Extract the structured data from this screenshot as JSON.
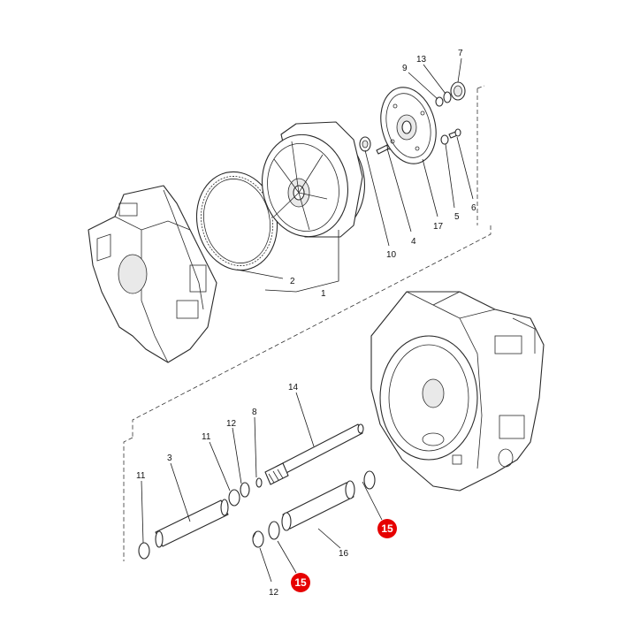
{
  "callouts": {
    "c1": "1",
    "c2": "2",
    "c3": "3",
    "c4": "4",
    "c5": "5",
    "c6": "6",
    "c7": "7",
    "c8": "8",
    "c9": "9",
    "c10": "10",
    "c11a": "11",
    "c11b": "11",
    "c12a": "12",
    "c12b": "12",
    "c13": "13",
    "c14": "14",
    "c16": "16",
    "c17": "17"
  },
  "highlights": {
    "h15a": "15",
    "h15b": "15",
    "color": "#e60000"
  }
}
